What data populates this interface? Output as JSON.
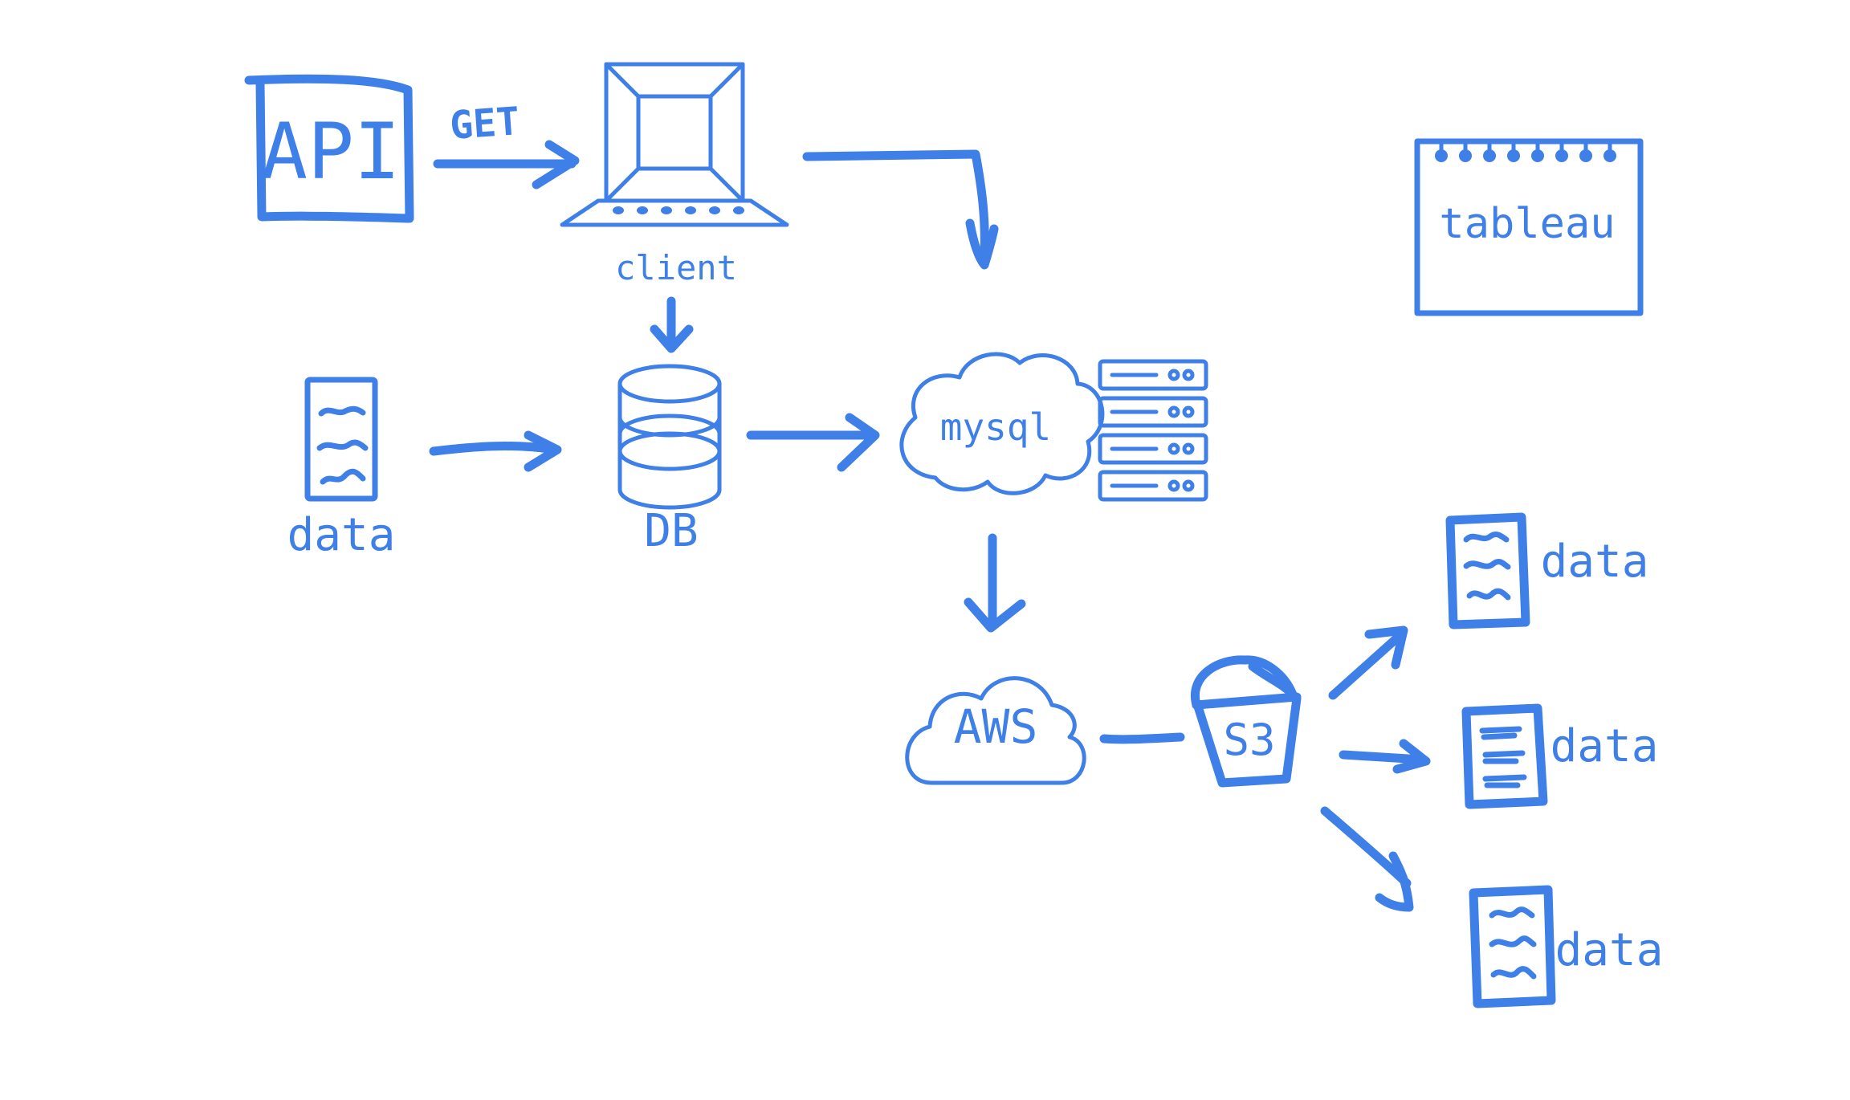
{
  "colors": {
    "ink": "#3f7fe8",
    "background": "#ffffff"
  },
  "nodes": {
    "api": {
      "label": "API",
      "icon": "api-box-icon"
    },
    "get_label": {
      "label": "GET"
    },
    "client": {
      "label": "client",
      "icon": "laptop-icon"
    },
    "local_data": {
      "label": "data",
      "icon": "document-icon"
    },
    "db": {
      "label": "DB",
      "icon": "database-icon"
    },
    "mysql": {
      "label": "mysql",
      "icon": "cloud-icon"
    },
    "servers": {
      "icon": "server-rack-icon"
    },
    "tableau": {
      "label": "tableau",
      "icon": "notepad-icon"
    },
    "aws": {
      "label": "AWS",
      "icon": "cloud-icon"
    },
    "s3": {
      "label": "S3",
      "icon": "bucket-icon"
    },
    "out_data_1": {
      "label": "data",
      "icon": "document-icon"
    },
    "out_data_2": {
      "label": "data",
      "icon": "document-icon"
    },
    "out_data_3": {
      "label": "data",
      "icon": "document-icon"
    }
  }
}
